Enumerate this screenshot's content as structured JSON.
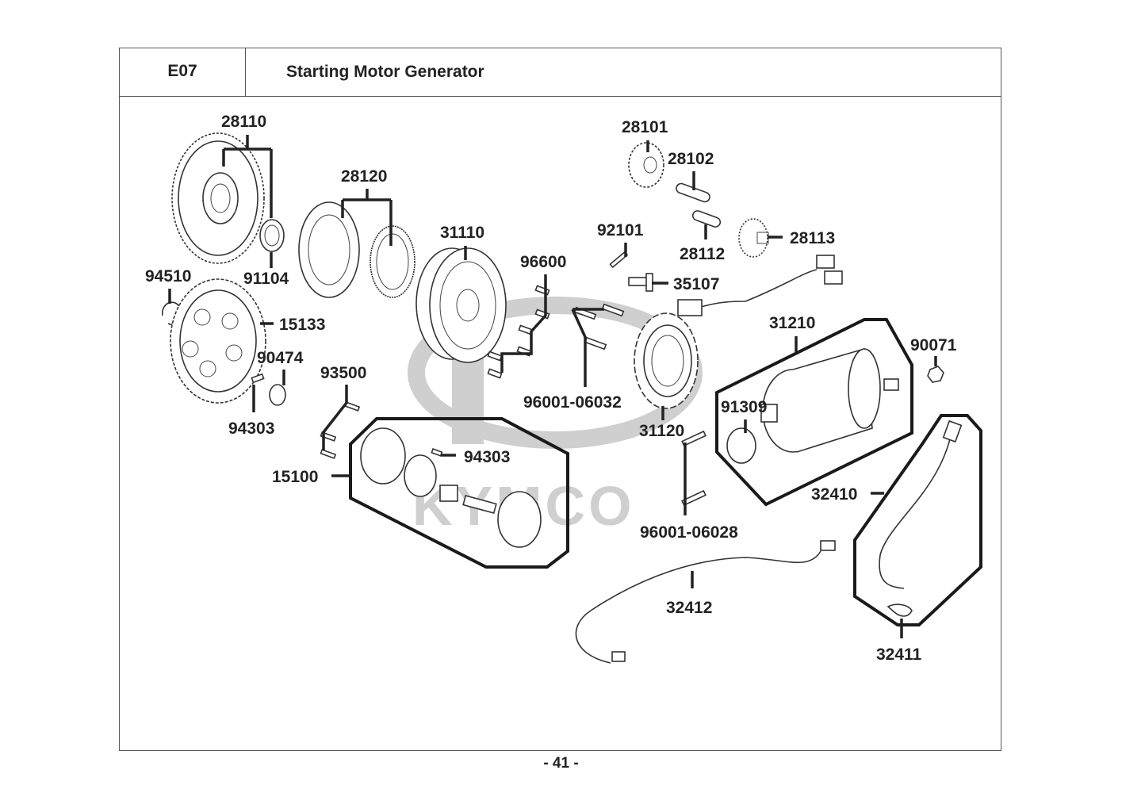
{
  "header": {
    "section_code": "E07",
    "title": "Starting Motor  Generator"
  },
  "watermark": {
    "brand": "KYMCO",
    "color": "#cfcfcf"
  },
  "parts": [
    {
      "id": "28110",
      "label": "28110"
    },
    {
      "id": "91104",
      "label": "91104"
    },
    {
      "id": "28120",
      "label": "28120"
    },
    {
      "id": "94510",
      "label": "94510"
    },
    {
      "id": "15133",
      "label": "15133"
    },
    {
      "id": "90474",
      "label": "90474"
    },
    {
      "id": "94303a",
      "label": "94303"
    },
    {
      "id": "93500",
      "label": "93500"
    },
    {
      "id": "15100",
      "label": "15100"
    },
    {
      "id": "94303b",
      "label": "94303"
    },
    {
      "id": "31110",
      "label": "31110"
    },
    {
      "id": "96600",
      "label": "96600"
    },
    {
      "id": "96001-06032",
      "label": "96001-06032"
    },
    {
      "id": "28101",
      "label": "28101"
    },
    {
      "id": "28102",
      "label": "28102"
    },
    {
      "id": "28112",
      "label": "28112"
    },
    {
      "id": "28113",
      "label": "28113"
    },
    {
      "id": "92101",
      "label": "92101"
    },
    {
      "id": "35107",
      "label": "35107"
    },
    {
      "id": "31120",
      "label": "31120"
    },
    {
      "id": "31210",
      "label": "31210"
    },
    {
      "id": "90071",
      "label": "90071"
    },
    {
      "id": "91309",
      "label": "91309"
    },
    {
      "id": "32410",
      "label": "32410"
    },
    {
      "id": "96001-06028",
      "label": "96001-06028"
    },
    {
      "id": "32412",
      "label": "32412"
    },
    {
      "id": "32411",
      "label": "32411"
    }
  ],
  "footer": {
    "page_number": "- 41 -"
  }
}
